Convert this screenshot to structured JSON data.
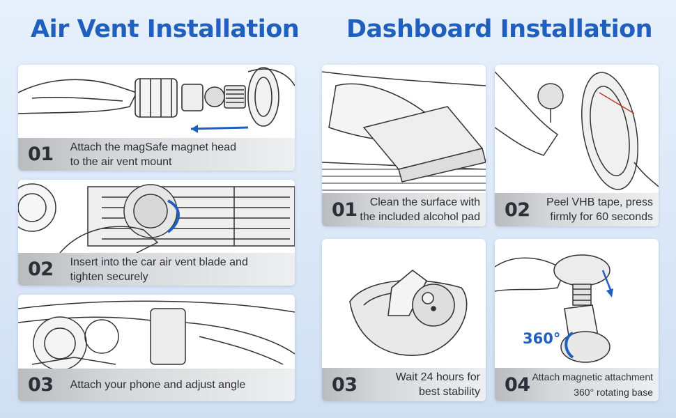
{
  "headings": {
    "air_vent": "Air Vent Installation",
    "dashboard": "Dashboard Installation"
  },
  "air_vent_steps": [
    {
      "number": "01",
      "text_line1": "Attach the magSafe magnet head",
      "text_line2": "to the air vent mount"
    },
    {
      "number": "02",
      "text_line1": "Insert into the car air vent blade and",
      "text_line2": "tighten securely"
    },
    {
      "number": "03",
      "text_line1": "Attach your phone and adjust angle",
      "text_line2": ""
    }
  ],
  "dashboard_steps": [
    {
      "number": "01",
      "text_line1": "Clean the surface with",
      "text_line2": "the included alcohol pad"
    },
    {
      "number": "02",
      "text_line1": "Peel VHB tape, press",
      "text_line2": "firmly for 60 seconds"
    },
    {
      "number": "03",
      "text_line1": "Wait 24 hours for",
      "text_line2": "best stability"
    },
    {
      "number": "04",
      "text_line1": "Attach magnetic attachment",
      "text_line2": "360° rotating base"
    }
  ],
  "rotation_label": "360°",
  "colors": {
    "accent": "#1f5fbd",
    "caption_text": "#2a2f38"
  }
}
